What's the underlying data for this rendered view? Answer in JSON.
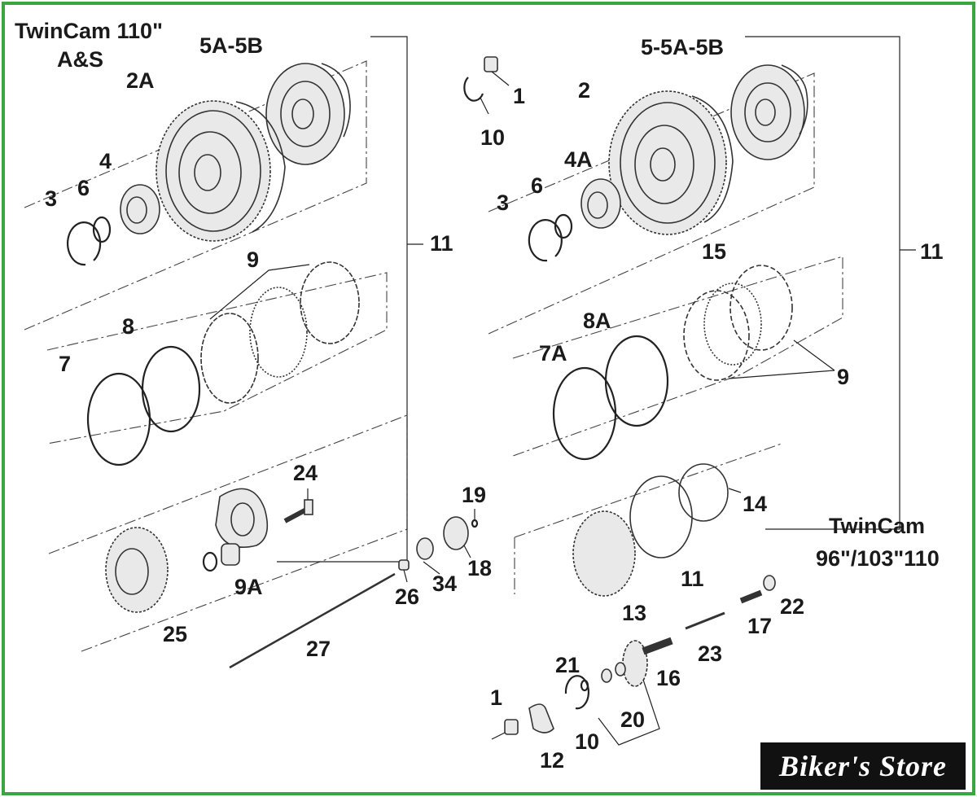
{
  "colors": {
    "border": "#3aa63f",
    "ink": "#1a1a1a",
    "logo_bg": "#111111",
    "logo_text": "#ffffff"
  },
  "left_title": {
    "line1": "TwinCam 110\"",
    "line2": "A&S"
  },
  "right_title": {
    "line1": "TwinCam",
    "line2": "96\"/103\"110"
  },
  "logo_text": "Biker's Store",
  "labels_left": {
    "l5a5b": "5A-5B",
    "l2a": "2A",
    "l4": "4",
    "l3": "3",
    "l6": "6",
    "l11": "11",
    "l9": "9",
    "l8": "8",
    "l7": "7",
    "l24": "24",
    "l9a": "9A",
    "l25": "25",
    "l27": "27"
  },
  "labels_center": {
    "l1a": "1",
    "l10a": "10",
    "l19": "19",
    "l18": "18",
    "l26": "26",
    "l34": "34"
  },
  "labels_right": {
    "l55a5b": "5-5A-5B",
    "l2": "2",
    "l4a": "4A",
    "l3": "3",
    "l6": "6",
    "l11a": "11",
    "l15": "15",
    "l8a": "8A",
    "l7a": "7A",
    "l9": "9",
    "l14": "14",
    "l11b": "11",
    "l13": "13",
    "l22": "22",
    "l17": "17",
    "l23": "23",
    "l16": "16",
    "l21": "21",
    "l20": "20",
    "l1b": "1",
    "l10b": "10",
    "l12": "12"
  }
}
